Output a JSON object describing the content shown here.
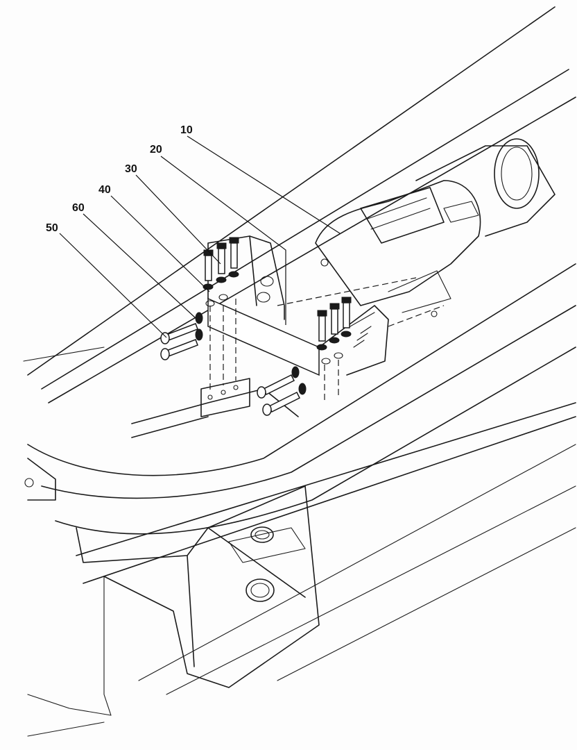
{
  "callouts": [
    {
      "label": "10"
    },
    {
      "label": "20"
    },
    {
      "label": "30"
    },
    {
      "label": "40"
    },
    {
      "label": "60"
    },
    {
      "label": "50"
    }
  ],
  "colors": {
    "line": "#1a1a1a",
    "background": "#fdfdfd"
  }
}
